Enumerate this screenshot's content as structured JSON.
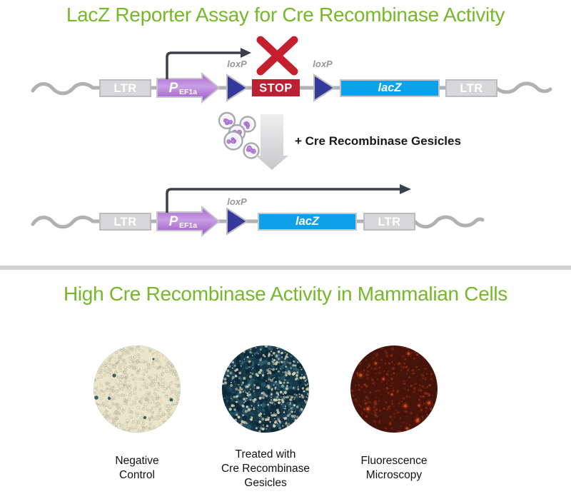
{
  "colors": {
    "title_green": "#76b82a",
    "dna_gray": "#b1b1b5",
    "box_fill": "#d7d7d9",
    "box_border": "#bdbdc1",
    "box_text": "#ffffff",
    "promoter_purple": "#a864cb",
    "promoter_purple_light": "#c99fe6",
    "promoter_purple_dark": "#9c53c5",
    "loxp_navy": "#343a9c",
    "loxp_label_gray": "#97979d",
    "stop_red": "#be2033",
    "x_red": "#c4202e",
    "lacz_blue": "#0ca1e8",
    "arrow_dark": "#3a414d",
    "arrow_grad_top": "#efeff0",
    "arrow_grad_bottom": "#c8c8cc",
    "divider_gray": "#d2d2d2",
    "text_black": "#1a1a1a",
    "gesicle_ring": "#a7aab0",
    "gesicle_fill": "#f4f1f9",
    "gesicle_dot": "#bb8ade",
    "gesicle_dot_edge": "#9659c2"
  },
  "section1": {
    "title": "LacZ Reporter Assay for Cre Recombinase Activity",
    "construct_before": {
      "ltr_left": "LTR",
      "promoter_main": "P",
      "promoter_sub": "EF1a",
      "loxp_left": "loxP",
      "stop_label": "STOP",
      "loxp_right": "loxP",
      "lacz_label": "lacZ",
      "ltr_right": "LTR"
    },
    "treatment_label": "+ Cre Recombinase Gesicles",
    "construct_after": {
      "ltr_left": "LTR",
      "promoter_main": "P",
      "promoter_sub": "EF1a",
      "loxp": "loxP",
      "lacz_label": "lacZ",
      "ltr_right": "LTR"
    }
  },
  "section2": {
    "title": "High Cre Recombinase Activity in Mammalian Cells",
    "panels": [
      {
        "caption_lines": [
          "Negative",
          "Control"
        ],
        "circle": {
          "type": "brightfield_sparse",
          "base": "#ebe5c9",
          "detail": "#a8a797",
          "accent": "#1f4d58",
          "spots": [
            [
              -57,
              12,
              2.8
            ],
            [
              -39,
              13,
              2.2
            ],
            [
              48,
              15,
              2.4
            ],
            [
              11,
              40,
              2.2
            ],
            [
              -32,
              -19,
              2.6
            ],
            [
              23,
              -42,
              1.5
            ]
          ]
        }
      },
      {
        "caption_lines": [
          "Treated with",
          "Cre Recombinase",
          "Gesicles"
        ],
        "circle": {
          "type": "brightfield_dense",
          "base": "#16394a",
          "light": "#ddd7b6",
          "mid": "#2e6173",
          "dark": "#0b2636"
        }
      },
      {
        "caption_lines": [
          "Fluorescence",
          "Microscopy"
        ],
        "circle": {
          "type": "fluorescence",
          "base": "#451309",
          "detail": "#9c3010",
          "accent": "#e0501a"
        }
      }
    ]
  }
}
